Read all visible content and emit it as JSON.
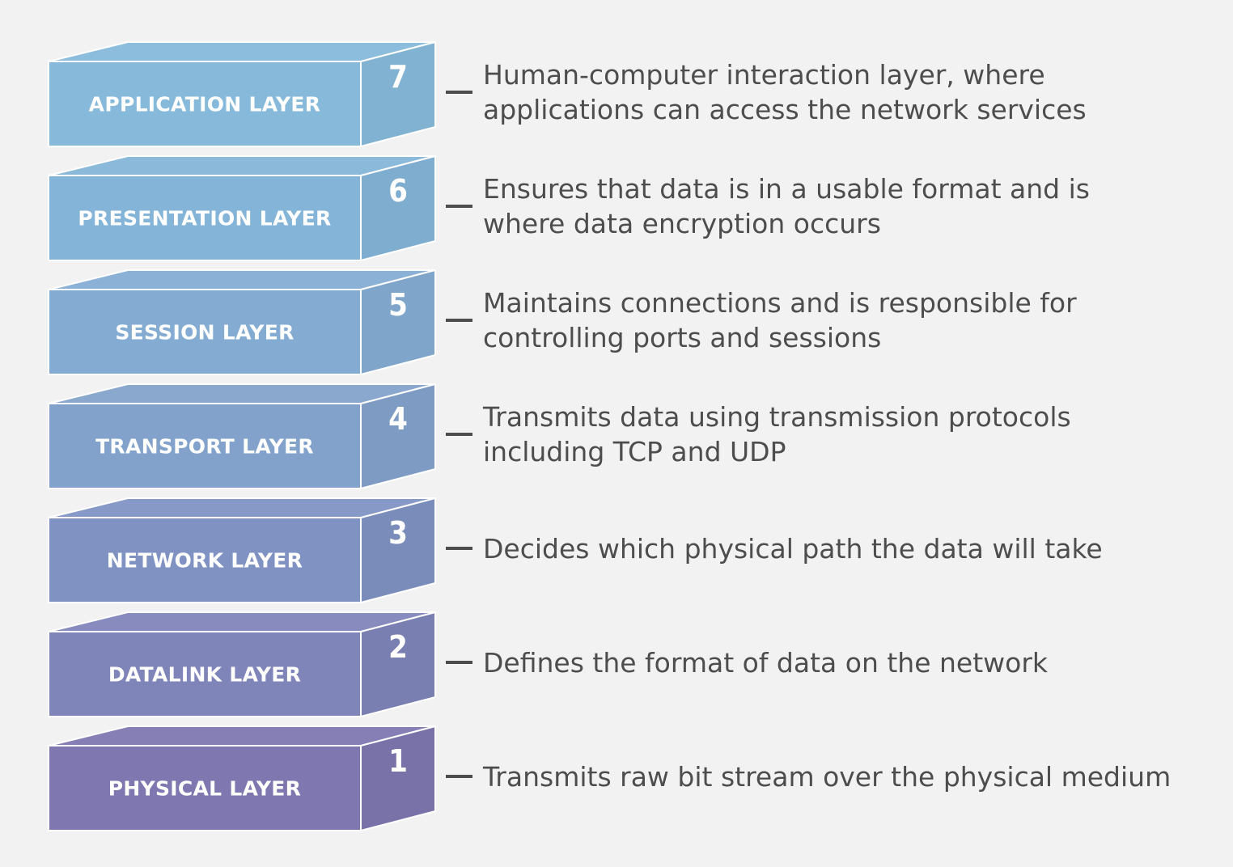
{
  "layers": [
    {
      "number": "7",
      "name": "APPLICATION LAYER",
      "description": [
        "Human-computer interaction layer, where",
        "applications can access the network services"
      ],
      "color": "#86b9da"
    },
    {
      "number": "6",
      "name": "PRESENTATION LAYER",
      "description": [
        "Ensures that data is in a usable format and is",
        "where data encryption occurs"
      ],
      "color": "#84b4d8"
    },
    {
      "number": "5",
      "name": "SESSION LAYER",
      "description": [
        "Maintains connections and is responsible for",
        "controlling ports and sessions"
      ],
      "color": "#84acd3"
    },
    {
      "number": "4",
      "name": "TRANSPORT LAYER",
      "description": [
        "Transmits data using transmission protocols",
        "including TCP and UDP"
      ],
      "color": "#82a1cb"
    },
    {
      "number": "3",
      "name": "NETWORK LAYER",
      "description": [
        "Decides which physical path the data will take"
      ],
      "color": "#7f92c2"
    },
    {
      "number": "2",
      "name": "DATALINK LAYER",
      "description": [
        "Defines the format of data on the network"
      ],
      "color": "#7f84b9"
    },
    {
      "number": "1",
      "name": "PHYSICAL LAYER",
      "description": [
        "Transmits raw bit stream over the physical medium"
      ],
      "color": "#7e77b0"
    }
  ]
}
